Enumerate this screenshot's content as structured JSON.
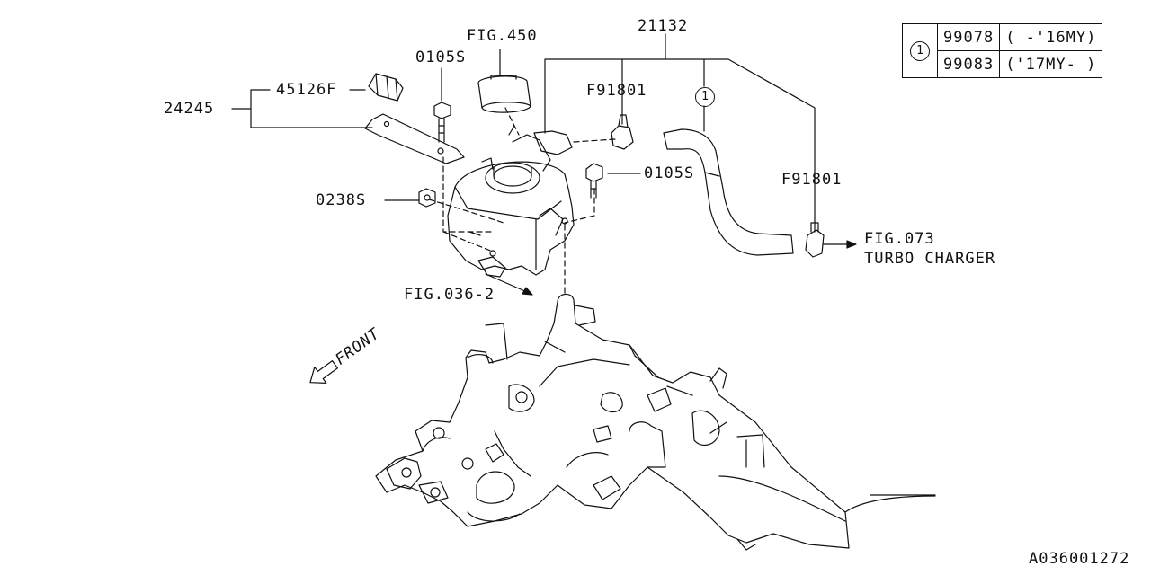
{
  "callouts": {
    "p21132": "21132",
    "fig450": "FIG.450",
    "s0105_top": "0105S",
    "f91801_top": "F91801",
    "p45126f": "45126F",
    "p24245": "24245",
    "s0105_mid": "0105S",
    "f91801_right": "F91801",
    "s0238": "0238S",
    "fig073": "FIG.073",
    "turbo": "TURBO CHARGER",
    "fig036": "FIG.036-2",
    "front": "FRONT",
    "ref_circle": "1"
  },
  "legend": {
    "ref": "1",
    "rows": [
      {
        "part": "99078",
        "range": "( -'16MY)"
      },
      {
        "part": "99083",
        "range": "('17MY- )"
      }
    ]
  },
  "diagram_id": "A036001272",
  "colors": {
    "line": "#111111",
    "background": "#ffffff"
  }
}
